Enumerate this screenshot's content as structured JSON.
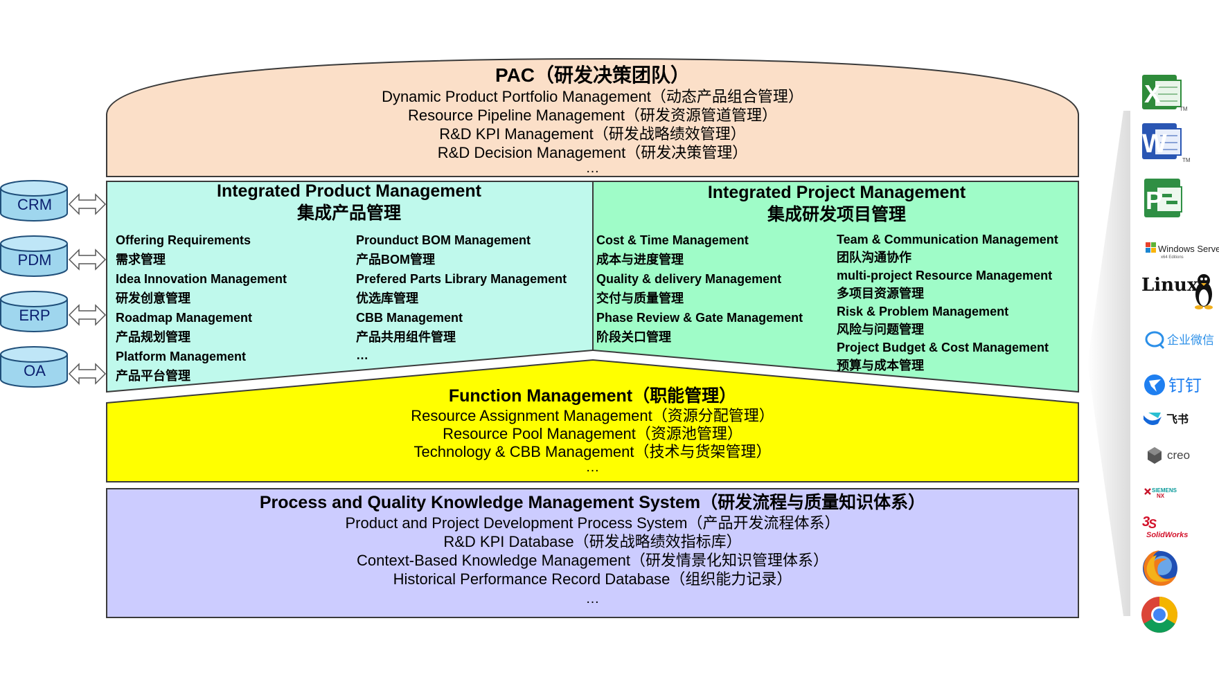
{
  "colors": {
    "pac_fill": "#fbdfc8",
    "product_fill": "#bff9ec",
    "project_fill": "#9ffcc8",
    "function_fill": "#ffff00",
    "process_fill": "#ccccff",
    "db_fill": "#9fd6ee",
    "db_stroke": "#1f4e79",
    "outline": "#3a3a3a"
  },
  "pac": {
    "title": "PAC（研发决策团队）",
    "lines": [
      "Dynamic Product Portfolio Management（动态产品组合管理）",
      "Resource Pipeline Management（研发资源管道管理）",
      "R&D KPI Management（研发战略绩效管理）",
      "R&D Decision Management（研发决策管理）"
    ],
    "ellipsis": "…"
  },
  "product_mgmt": {
    "title_en": "Integrated Product Management",
    "title_zh": "集成产品管理",
    "left_items": [
      "Offering Requirements",
      "需求管理",
      "Idea Innovation Management",
      "研发创意管理",
      "Roadmap Management",
      "产品规划管理",
      "Platform Management",
      "产品平台管理"
    ],
    "right_items": [
      "Prounduct BOM Management",
      "产品BOM管理",
      "Prefered Parts Library Management",
      "优选库管理",
      "CBB Management",
      "产品共用组件管理",
      "…"
    ]
  },
  "project_mgmt": {
    "title_en": "Integrated Project Management",
    "title_zh": "集成研发项目管理",
    "left_items": [
      "Cost & Time Management",
      "成本与进度管理",
      "Quality & delivery Management",
      "交付与质量管理",
      "Phase Review & Gate Management",
      "阶段关口管理"
    ],
    "right_items": [
      "Team & Communication Management",
      "团队沟通协作",
      "multi-project Resource Management",
      "多项目资源管理",
      "Risk & Problem Management",
      "风险与问题管理",
      "Project Budget & Cost Management",
      "预算与成本管理"
    ]
  },
  "function_mgmt": {
    "title": "Function Management（职能管理）",
    "lines": [
      "Resource Assignment Management（资源分配管理）",
      "Resource Pool Management（资源池管理）",
      "Technology & CBB Management（技术与货架管理）"
    ],
    "ellipsis": "…"
  },
  "process_quality": {
    "title": "Process and Quality Knowledge Management System（研发流程与质量知识体系）",
    "lines": [
      "Product and Project Development Process System（产品开发流程体系）",
      "R&D KPI Database（研发战略绩效指标库）",
      "Context-Based Knowledge Management（研发情景化知识管理体系）",
      "Historical Performance Record Database（组织能力记录）"
    ],
    "ellipsis": "…"
  },
  "systems": [
    "CRM",
    "PDM",
    "ERP",
    "OA"
  ],
  "tools": {
    "excel_letter": "X",
    "word_letter": "W",
    "project_letter": "P",
    "tm": "TM",
    "windows_server": "Windows Server",
    "windows_edition": "x64 Editions",
    "linux": "Linux",
    "wecom": "企业微信",
    "dingtalk": "钉钉",
    "feishu": "飞书",
    "creo": "creo",
    "siemens": "SIEMENS",
    "nx": "NX",
    "solidworks": "SolidWorks"
  }
}
